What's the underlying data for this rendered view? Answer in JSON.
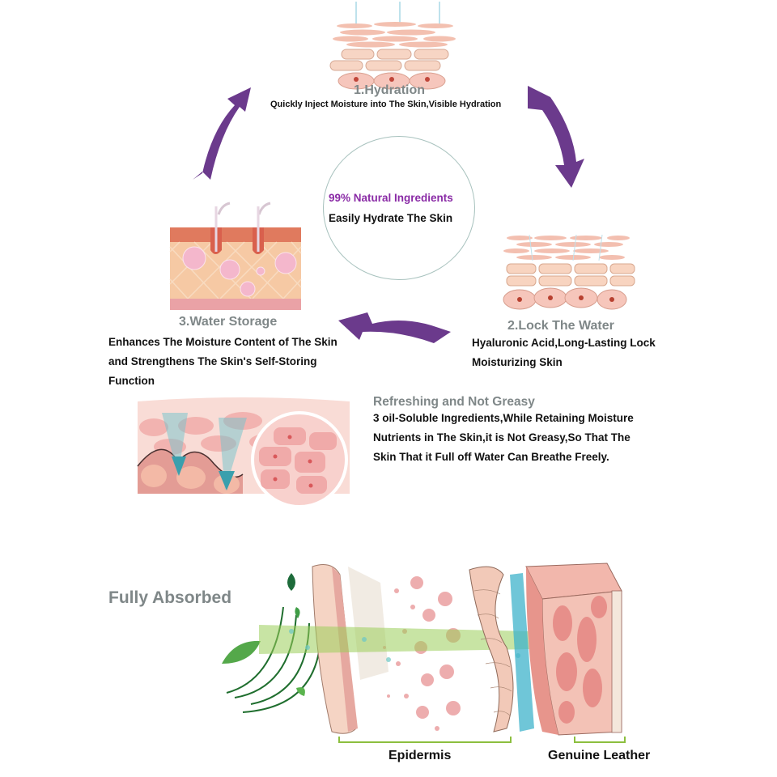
{
  "center": {
    "headline": "99% Natural Ingredients",
    "subline": "Easily Hydrate The Skin",
    "headline_color": "#8a2ba6"
  },
  "steps": [
    {
      "title": "1.Hydration",
      "description": "Quickly Inject Moisture into The Skin,Visible Hydration",
      "illustration": "skin-cells-hydration-illustration"
    },
    {
      "title": "2.Lock The Water",
      "description_lines": [
        "Hyaluronic Acid,Long-Lasting Lock",
        "Moisturizing Skin"
      ],
      "illustration": "skin-cells-lock-illustration"
    },
    {
      "title": "3.Water Storage",
      "description_lines": [
        "Enhances The Moisture Content of The Skin",
        "and Strengthens The Skin's Self-Storing",
        "Function"
      ],
      "illustration": "skin-water-storage-illustration"
    }
  ],
  "refreshing": {
    "title": "Refreshing and Not Greasy",
    "lines": [
      "3 oil-Soluble Ingredients,While Retaining Moisture",
      "Nutrients in The Skin,it is Not Greasy,So That The",
      "Skin That it Full off Water Can Breathe Freely."
    ]
  },
  "absorbed": {
    "title": "Fully Absorbed",
    "labels": {
      "epidermis": "Epidermis",
      "leather": "Genuine Leather"
    }
  },
  "colors": {
    "arrow": "#6b3a8c",
    "title_gray": "#7f8788",
    "bracket_green": "#8cbf3f",
    "circle_stroke": "#a8c2be"
  }
}
